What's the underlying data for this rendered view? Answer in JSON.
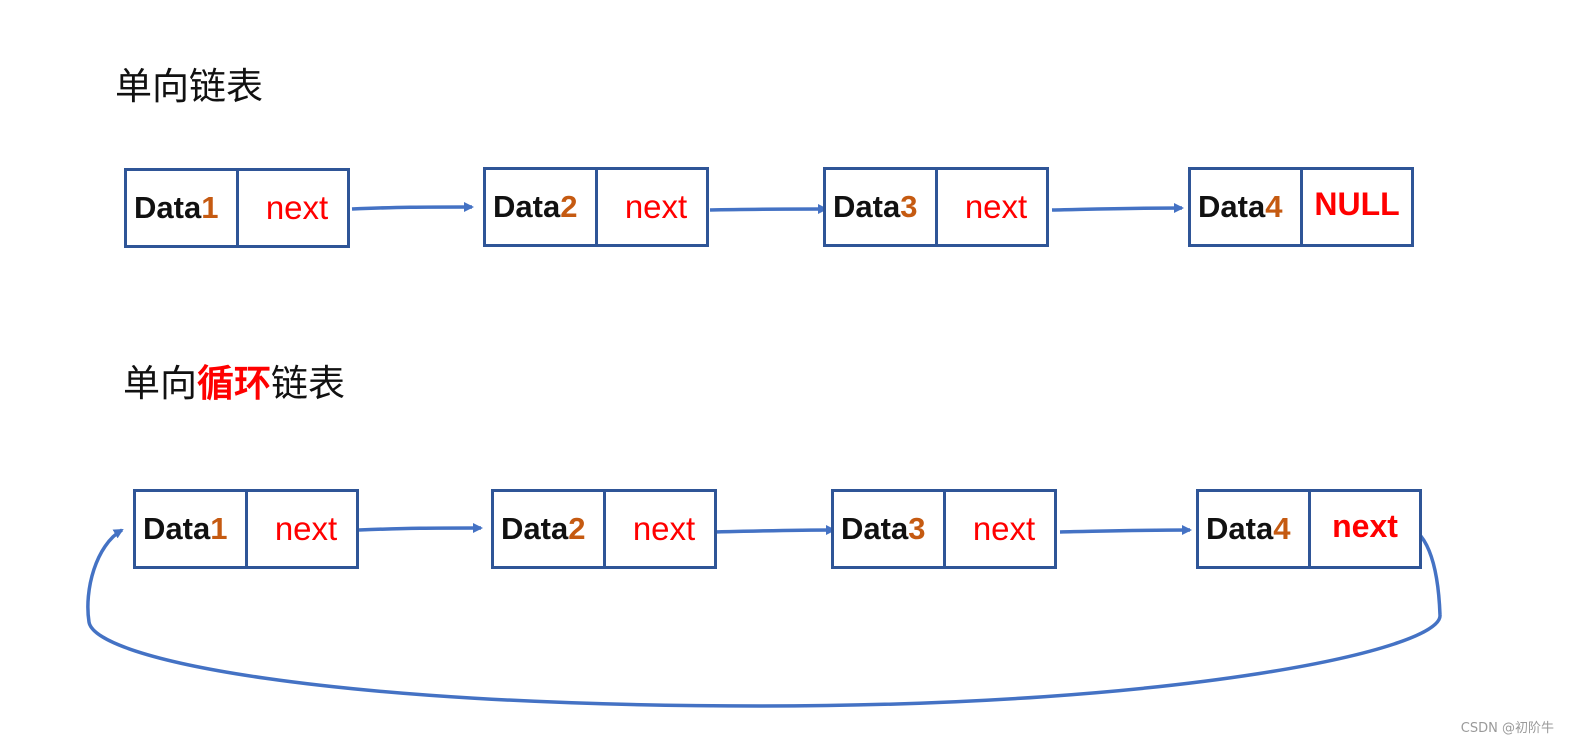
{
  "singly_linked": {
    "title": "单向链表",
    "nodes": [
      {
        "data": "Data",
        "num": "1",
        "pointer": "next"
      },
      {
        "data": "Data",
        "num": "2",
        "pointer": "next"
      },
      {
        "data": "Data",
        "num": "3",
        "pointer": "next"
      },
      {
        "data": "Data",
        "num": "4",
        "pointer": "NULL"
      }
    ]
  },
  "circular_linked": {
    "title_prefix": "单向",
    "title_highlight": "循环",
    "title_suffix": "链表",
    "nodes": [
      {
        "data": "Data",
        "num": "1",
        "pointer": "next"
      },
      {
        "data": "Data",
        "num": "2",
        "pointer": "next"
      },
      {
        "data": "Data",
        "num": "3",
        "pointer": "next"
      },
      {
        "data": "Data",
        "num": "4",
        "pointer": "next"
      }
    ]
  },
  "watermark": "CSDN @初阶牛",
  "colors": {
    "border": "#2f5597",
    "arrow": "#4472c4",
    "pointer_text": "#ff0000",
    "number": "#c55a11"
  }
}
